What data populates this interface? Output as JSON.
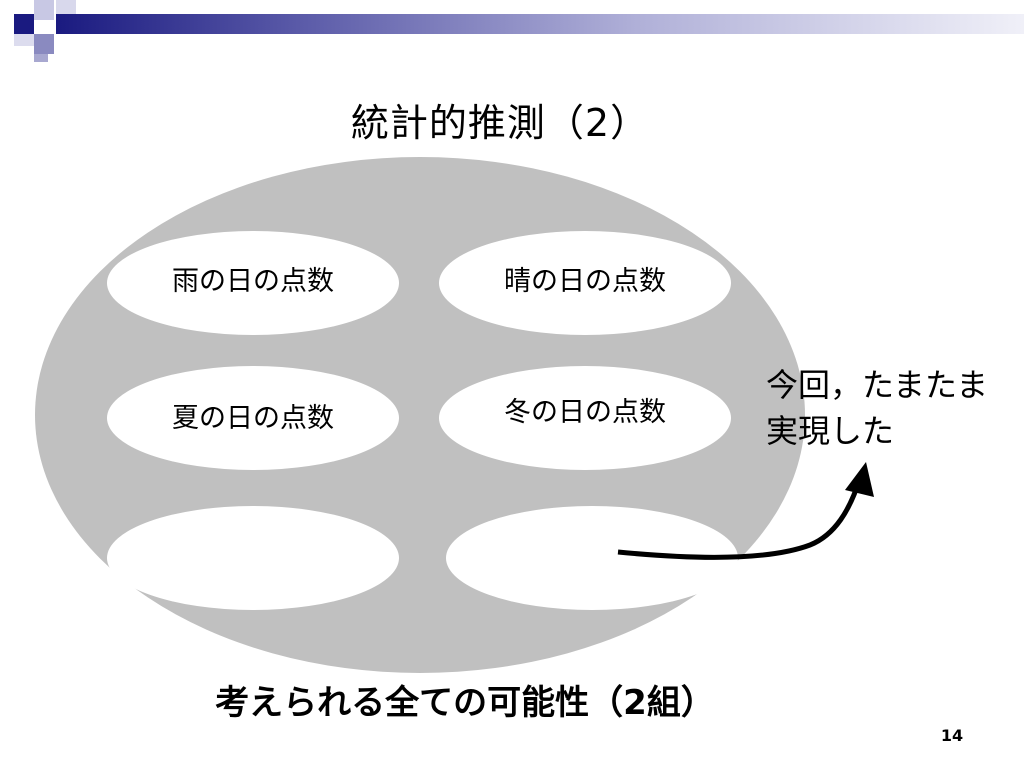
{
  "slide": {
    "title": "統計的推測（2）",
    "ovals": [
      {
        "label": "雨の日の点数"
      },
      {
        "label": "晴の日の点数"
      },
      {
        "label": "夏の日の点数"
      },
      {
        "label": "冬の日の点数"
      },
      {
        "label": ""
      },
      {
        "label": ""
      }
    ],
    "callout": {
      "line1": "今回，たまたま",
      "line2": "実現した"
    },
    "caption": "考えられる全ての可能性（2組）",
    "page_number": "14"
  },
  "colors": {
    "background": "#ffffff",
    "big_ellipse": "#c0c0c0",
    "small_ellipse": "#ffffff",
    "accent_dark": "#1a1a80",
    "accent_mid": "#7a7ab8",
    "accent_light": "#b8b8d8",
    "arrow": "#000000"
  }
}
